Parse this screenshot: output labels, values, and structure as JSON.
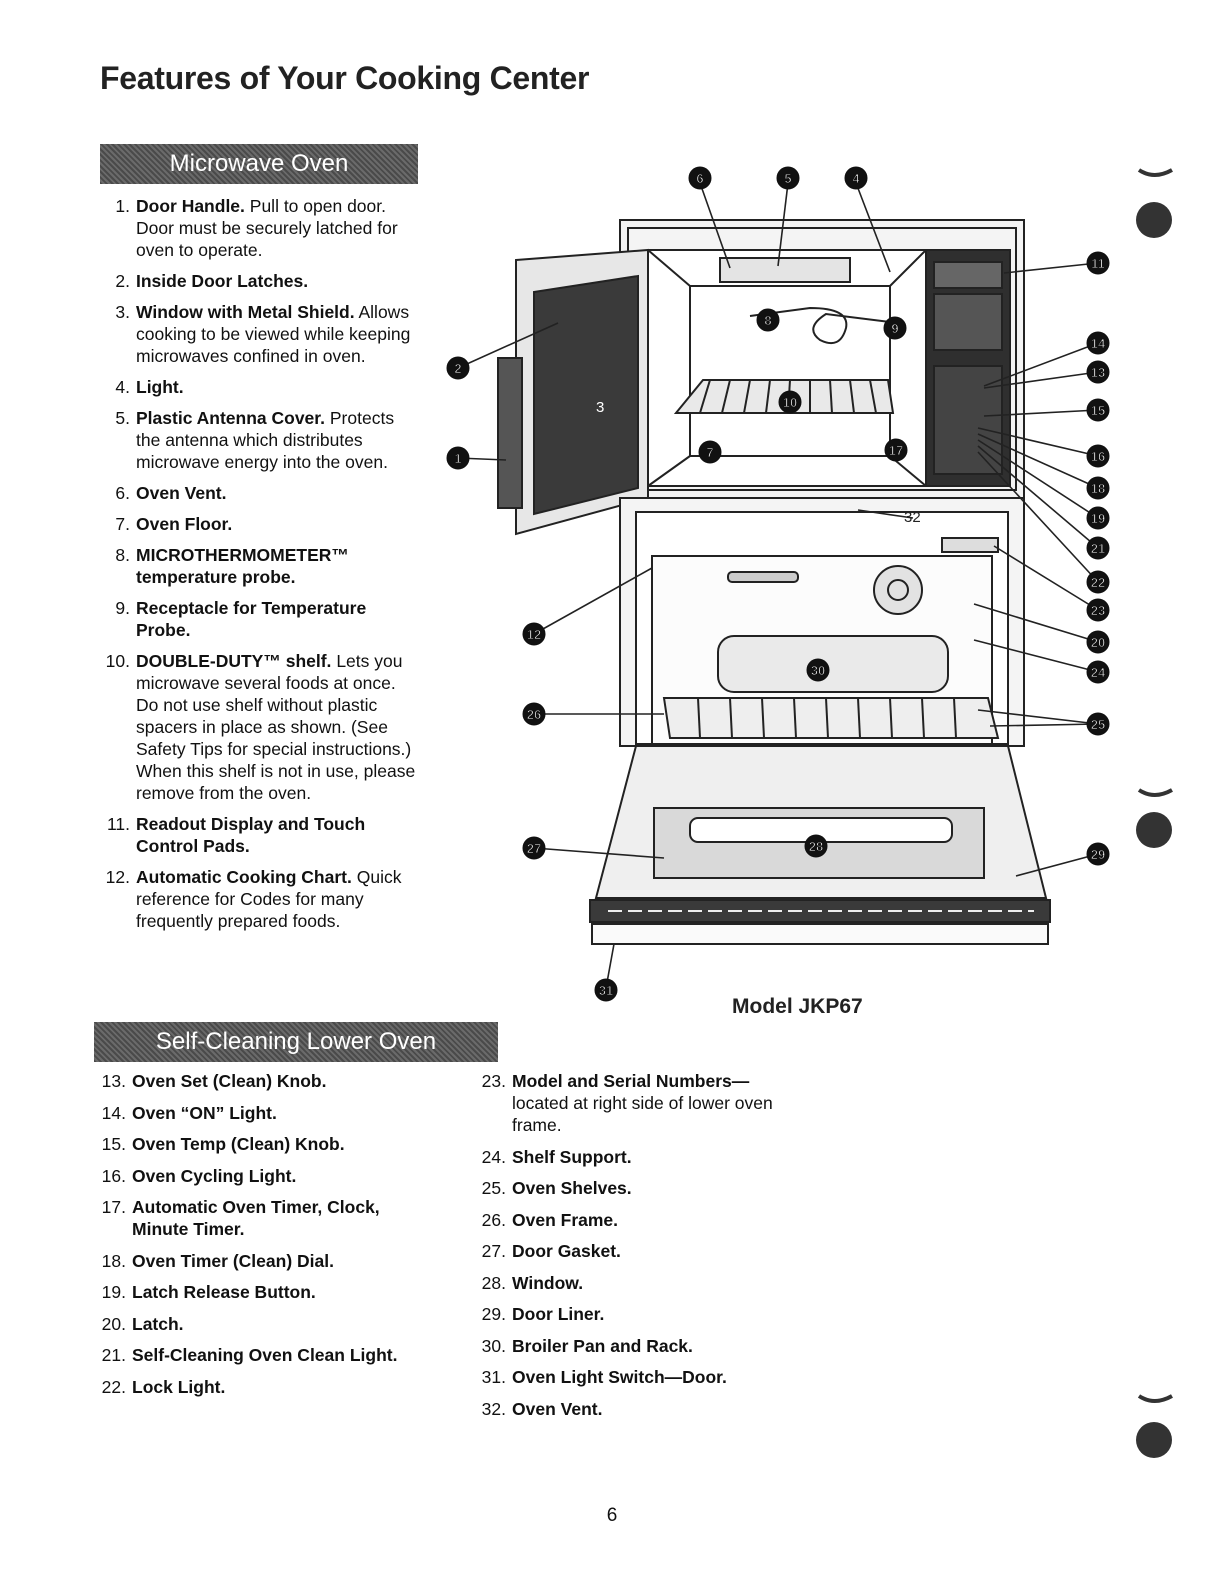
{
  "page": {
    "title": "Features of Your Cooking Center",
    "page_number": "6"
  },
  "microwave": {
    "heading": "Microwave Oven",
    "items": [
      {
        "num": "1.",
        "name": "Door Handle.",
        "desc": "Pull to open door. Door must be securely latched for oven to operate."
      },
      {
        "num": "2.",
        "name": "Inside Door Latches.",
        "desc": ""
      },
      {
        "num": "3.",
        "name": "Window with Metal Shield.",
        "desc": "Allows cooking to be viewed while keeping microwaves confined in oven."
      },
      {
        "num": "4.",
        "name": "Light.",
        "desc": ""
      },
      {
        "num": "5.",
        "name": "Plastic Antenna Cover.",
        "desc": "Protects the antenna which distributes microwave energy into the oven."
      },
      {
        "num": "6.",
        "name": "Oven Vent.",
        "desc": ""
      },
      {
        "num": "7.",
        "name": "Oven Floor.",
        "desc": ""
      },
      {
        "num": "8.",
        "name": "MICROTHERMOMETER™ temperature probe.",
        "desc": ""
      },
      {
        "num": "9.",
        "name": "Receptacle for Temperature Probe.",
        "desc": ""
      },
      {
        "num": "10.",
        "name": "DOUBLE-DUTY™ shelf.",
        "desc": "Lets you microwave several foods at once. Do not use shelf without plastic spacers in place as shown. (See Safety Tips for special instructions.) When this shelf is not in use, please remove from the oven."
      },
      {
        "num": "11.",
        "name": "Readout Display and Touch Control Pads.",
        "desc": ""
      },
      {
        "num": "12.",
        "name": "Automatic Cooking Chart.",
        "desc": "Quick reference for Codes for many frequently prepared foods."
      }
    ]
  },
  "lower_oven": {
    "heading": "Self-Cleaning Lower Oven",
    "items_left": [
      {
        "num": "13.",
        "name": "Oven Set (Clean) Knob.",
        "desc": ""
      },
      {
        "num": "14.",
        "name": "Oven “ON” Light.",
        "desc": ""
      },
      {
        "num": "15.",
        "name": "Oven Temp (Clean) Knob.",
        "desc": ""
      },
      {
        "num": "16.",
        "name": "Oven Cycling Light.",
        "desc": ""
      },
      {
        "num": "17.",
        "name": "Automatic Oven Timer, Clock, Minute Timer.",
        "desc": ""
      },
      {
        "num": "18.",
        "name": "Oven Timer (Clean) Dial.",
        "desc": ""
      },
      {
        "num": "19.",
        "name": "Latch Release Button.",
        "desc": ""
      },
      {
        "num": "20.",
        "name": "Latch.",
        "desc": ""
      },
      {
        "num": "21.",
        "name": "Self-Cleaning Oven Clean Light.",
        "desc": ""
      },
      {
        "num": "22.",
        "name": "Lock Light.",
        "desc": ""
      }
    ],
    "items_right": [
      {
        "num": "23.",
        "name": "Model and Serial Numbers—",
        "desc": "located at right side of lower oven frame."
      },
      {
        "num": "24.",
        "name": "Shelf Support.",
        "desc": ""
      },
      {
        "num": "25.",
        "name": "Oven Shelves.",
        "desc": ""
      },
      {
        "num": "26.",
        "name": "Oven Frame.",
        "desc": ""
      },
      {
        "num": "27.",
        "name": "Door Gasket.",
        "desc": ""
      },
      {
        "num": "28.",
        "name": "Window.",
        "desc": ""
      },
      {
        "num": "29.",
        "name": "Door Liner.",
        "desc": ""
      },
      {
        "num": "30.",
        "name": "Broiler Pan and Rack.",
        "desc": ""
      },
      {
        "num": "31.",
        "name": "Oven Light Switch—Door.",
        "desc": ""
      },
      {
        "num": "32.",
        "name": "Oven Vent.",
        "desc": ""
      }
    ]
  },
  "diagram": {
    "model_label": "Model JKP67",
    "icon": "cooking-center-illustration",
    "callout_numbers": [
      "1",
      "2",
      "3",
      "4",
      "5",
      "6",
      "7",
      "8",
      "9",
      "10",
      "11",
      "12",
      "13",
      "14",
      "15",
      "16",
      "17",
      "18",
      "19",
      "20",
      "21",
      "22",
      "23",
      "24",
      "25",
      "26",
      "27",
      "28",
      "29",
      "30",
      "31",
      "32"
    ]
  }
}
